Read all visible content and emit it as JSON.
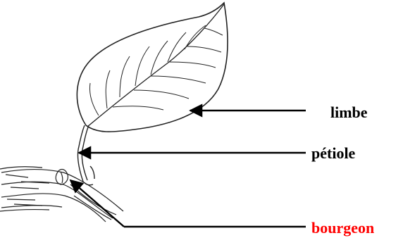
{
  "labels": {
    "limbe": "limbe",
    "petiole": "pétiole",
    "bourgeon": "bourgeon"
  },
  "colors": {
    "ink": "#000000",
    "highlight": "#ff0000",
    "background": "#ffffff"
  }
}
